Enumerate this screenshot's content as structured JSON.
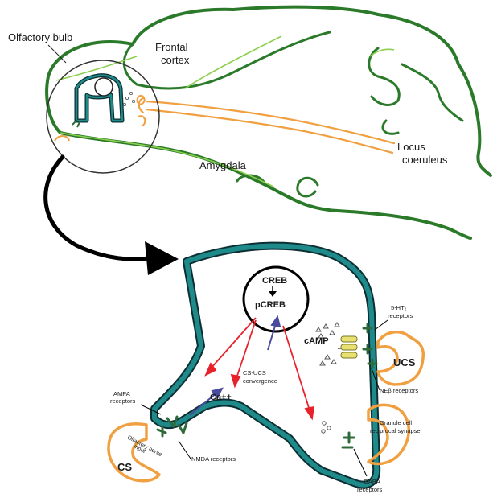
{
  "labels": {
    "olfactory_bulb": "Olfactory bulb",
    "frontal_cortex_1": "Frontal",
    "frontal_cortex_2": "cortex",
    "amygdala": "Amygdala",
    "locus_1": "Locus",
    "locus_2": "coeruleus",
    "creb": "CREB",
    "pcreb": "pCREB",
    "camp": "cAMP",
    "ca": "Ca++",
    "cs_ucs_1": "CS-UCS",
    "cs_ucs_2": "convergence",
    "ampa_1": "AMPA",
    "ampa_2": "receptors",
    "nmda": "NMDA receptors",
    "olf_nerve_1": "Olfactory nerve",
    "olf_nerve_2": "input",
    "cs": "CS",
    "ucs": "UCS",
    "ht_1": "5-HT₂",
    "ht_2": "receptors",
    "ne_receptors": "NEβ receptors",
    "granule_1": "Granule cell",
    "granule_2": "reciprocal synapse",
    "gaba_1": "GABA",
    "gaba_2": "receptors"
  },
  "colors": {
    "brain_outline": "#2a7a2a",
    "brain_fill_line": "#8ccf4e",
    "neuron": "#1f8a8a",
    "neuron_dark": "#0d2f33",
    "orange": "#f0a040",
    "red_arrow": "#e8222a",
    "blue_arrow": "#4a4aa0",
    "receptor": "#2f6a3a",
    "black": "#000000"
  }
}
